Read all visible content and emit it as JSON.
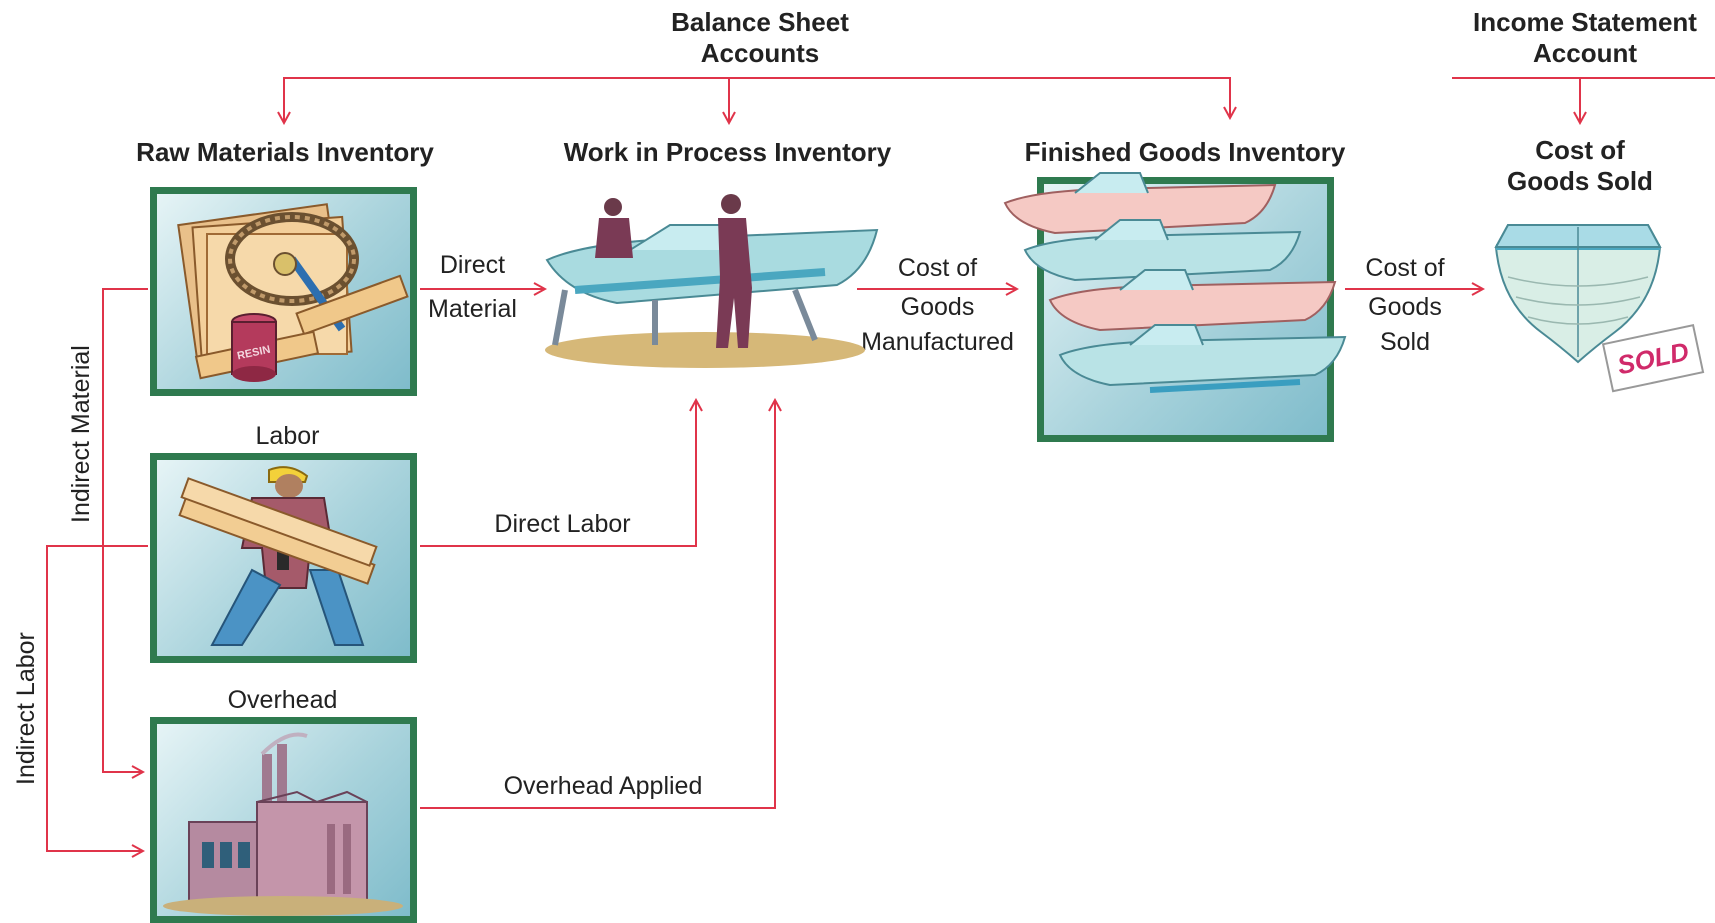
{
  "headers": {
    "balance_sheet_line1": "Balance Sheet",
    "balance_sheet_line2": "Accounts",
    "income_statement_line1": "Income Statement",
    "income_statement_line2": "Account"
  },
  "accounts": {
    "raw_materials": "Raw Materials Inventory",
    "work_in_process": "Work in Process Inventory",
    "finished_goods": "Finished Goods Inventory",
    "cogs_line1": "Cost of",
    "cogs_line2": "Goods Sold"
  },
  "inputs": {
    "labor": "Labor",
    "overhead": "Overhead"
  },
  "flows": {
    "direct_material_1": "Direct",
    "direct_material_2": "Material",
    "cogm_1": "Cost of",
    "cogm_2": "Goods",
    "cogm_3": "Manufactured",
    "cogs_1": "Cost of",
    "cogs_2": "Goods",
    "cogs_3": "Sold",
    "direct_labor": "Direct Labor",
    "overhead_applied": "Overhead Applied",
    "indirect_material": "Indirect Material",
    "indirect_labor": "Indirect Labor"
  },
  "illustrations": {
    "paint_can_label": "RESIN",
    "sold_sign": "SOLD"
  },
  "colors": {
    "arrow": "#e0344a",
    "frame": "#2f7a4f"
  }
}
